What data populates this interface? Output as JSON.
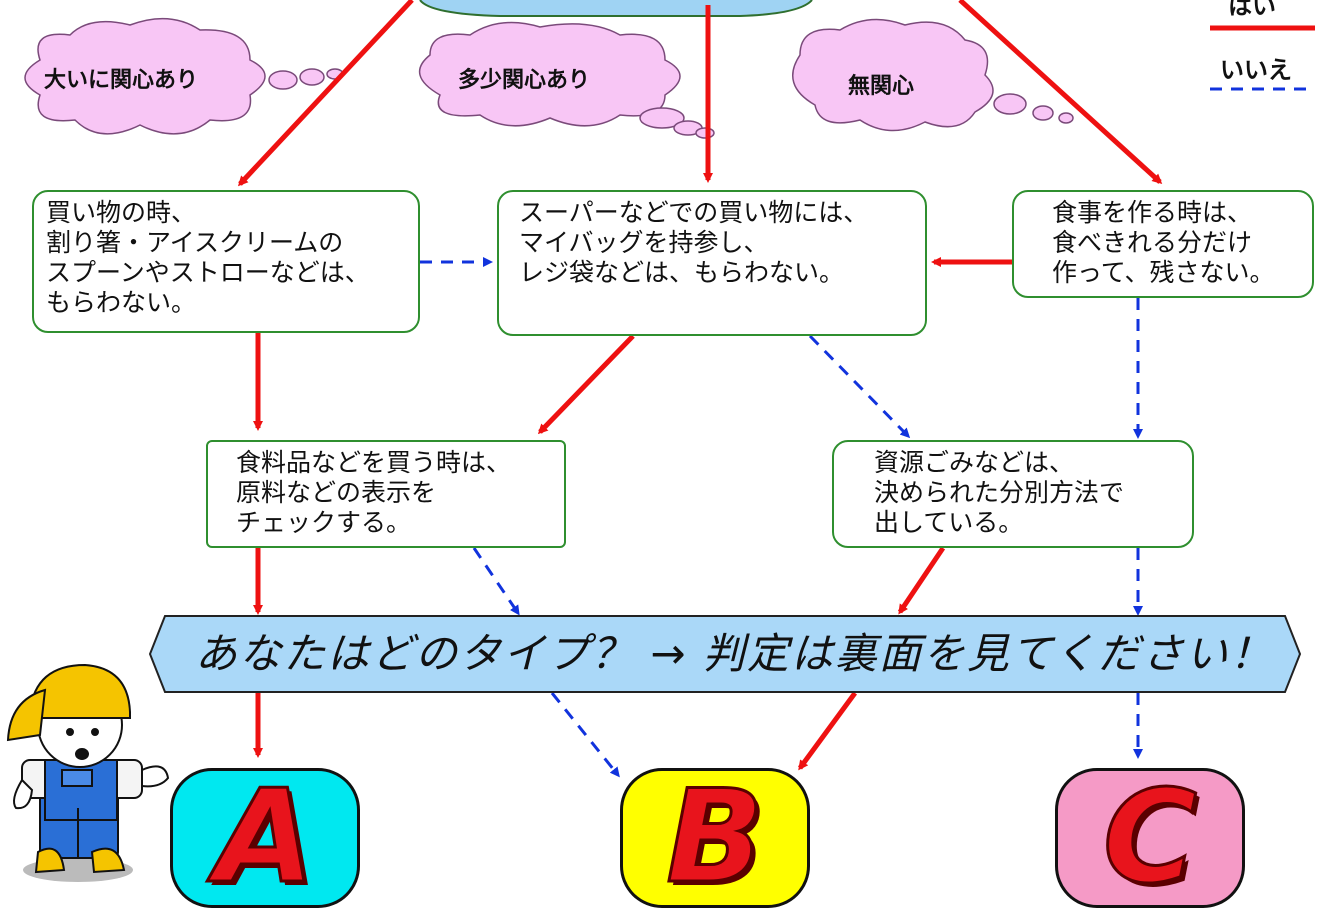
{
  "clouds": {
    "left": "大いに関心あり",
    "middle": "多少関心あり",
    "right": "無関心"
  },
  "legend": {
    "yes": "はい",
    "no": "いいえ",
    "yes_color": "#ee1111",
    "no_color": "#1133dd"
  },
  "boxes": {
    "shopping_utensils": "買い物の時、\n割り箸・アイスクリームの\nスプーンやストローなどは、\nもらわない。",
    "my_bag": "スーパーなどでの買い物には、\nマイバッグを持参し、\nレジ袋などは、もらわない。",
    "cooking": "食事を作る時は、\n食べきれる分だけ\n作って、残さない。",
    "food_label": "食料品などを買う時は、\n原料などの表示を\nチェックする。",
    "recycling": "資源ごみなどは、\n決められた分別方法で\n出している。"
  },
  "banner": {
    "text": "あなたはどのタイプ？ → 判定は裏面を見てください！",
    "color": "#aad8f8"
  },
  "results": [
    {
      "letter": "A",
      "color": "#00e8f0"
    },
    {
      "letter": "B",
      "color": "#ffff00"
    },
    {
      "letter": "C",
      "color": "#f59ac6"
    }
  ]
}
